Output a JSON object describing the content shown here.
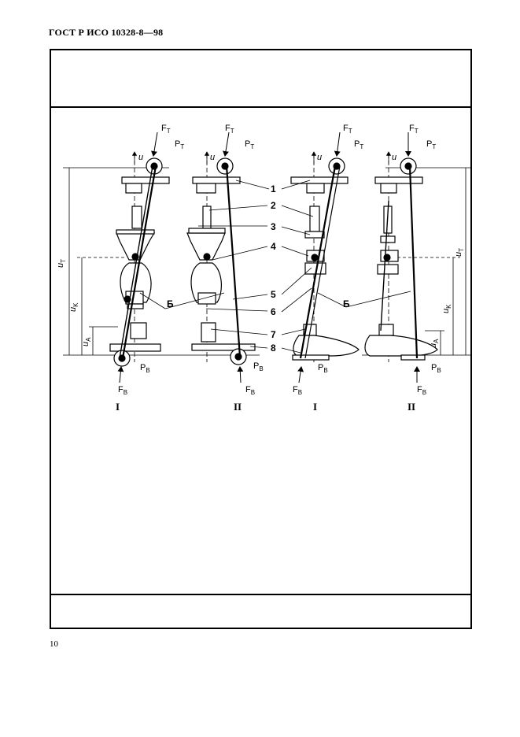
{
  "header": {
    "standard": "ГОСТ Р ИСО 10328-8—98"
  },
  "figure": {
    "callouts": [
      "1",
      "2",
      "3",
      "4",
      "5",
      "6",
      "7",
      "8"
    ],
    "callout_b": "Б",
    "force_top": "F",
    "force_top_sub": "T",
    "point_top": "P",
    "point_top_sub": "T",
    "force_bottom": "F",
    "force_bottom_sub": "B",
    "point_bottom": "P",
    "point_bottom_sub": "B",
    "axis_u": "u",
    "dim_ut": "u",
    "dim_ut_sub": "T",
    "dim_uk": "u",
    "dim_uk_sub": "K",
    "dim_ua": "u",
    "dim_ua_sub": "A",
    "panel_labels": [
      "I",
      "II",
      "I",
      "II"
    ]
  },
  "footer": {
    "page_number": "10"
  }
}
